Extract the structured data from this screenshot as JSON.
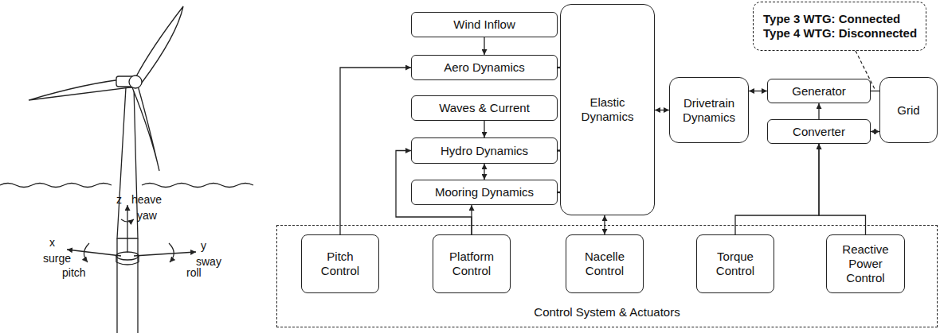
{
  "diagram": {
    "nodes": [
      {
        "text": [
          "Wind Inflow"
        ]
      },
      {
        "text": [
          "Aero Dynamics"
        ]
      },
      {
        "text": [
          "Waves & Current"
        ]
      },
      {
        "text": [
          "Hydro Dynamics"
        ]
      },
      {
        "text": [
          "Mooring Dynamics"
        ]
      },
      {
        "text": [
          "Elastic Dynamics"
        ]
      },
      {
        "text": [
          "Drivetrain Dynamics"
        ]
      },
      {
        "text": [
          "Type 3 WTG: Connected",
          "Type 4 WTG: Disconnected"
        ]
      },
      {
        "text": [
          "Generator"
        ]
      },
      {
        "text": [
          "Converter"
        ]
      },
      {
        "text": [
          "Grid"
        ]
      },
      {
        "text": [
          "Control System & Actuators"
        ]
      },
      {
        "text": [
          "Pitch Control"
        ],
        "in": 11
      },
      {
        "text": [
          "Platform Control"
        ],
        "in": 11
      },
      {
        "text": [
          "Nacelle Control"
        ],
        "in": 11
      },
      {
        "text": [
          "Torque Control"
        ],
        "in": 11
      },
      {
        "text": [
          "Reactive Power Control"
        ],
        "in": 11
      }
    ],
    "edges": [
      {
        "from": 0,
        "to": 1,
        "arrow": "to"
      },
      {
        "from": 1,
        "to": 5,
        "arrow": "both"
      },
      {
        "from": 2,
        "to": 3,
        "arrow": "to"
      },
      {
        "from": 3,
        "to": 5,
        "arrow": "both"
      },
      {
        "from": 3,
        "to": 4,
        "arrow": "both"
      },
      {
        "from": 4,
        "to": 5,
        "arrow": "both"
      },
      {
        "from": 5,
        "to": 6,
        "arrow": "both"
      },
      {
        "from": 6,
        "to": 8,
        "arrow": "both"
      },
      {
        "from": 8,
        "to": 10,
        "arrow": "none"
      },
      {
        "from": 9,
        "to": 10,
        "arrow": "both"
      },
      {
        "from": 9,
        "to": 8,
        "arrow": "to"
      },
      {
        "from": 12,
        "to": 1,
        "arrow": "to"
      },
      {
        "from": 13,
        "to": 3,
        "arrow": "to"
      },
      {
        "from": 13,
        "to": 4,
        "arrow": "to"
      },
      {
        "from": 14,
        "to": 5,
        "arrow": "both"
      },
      {
        "from": 15,
        "to": 9,
        "arrow": "to"
      },
      {
        "from": 16,
        "to": 9,
        "arrow": "to"
      }
    ],
    "labels": [
      "z",
      "heave",
      "yaw",
      "x",
      "surge",
      "pitch",
      "y",
      "sway",
      "roll"
    ]
  }
}
